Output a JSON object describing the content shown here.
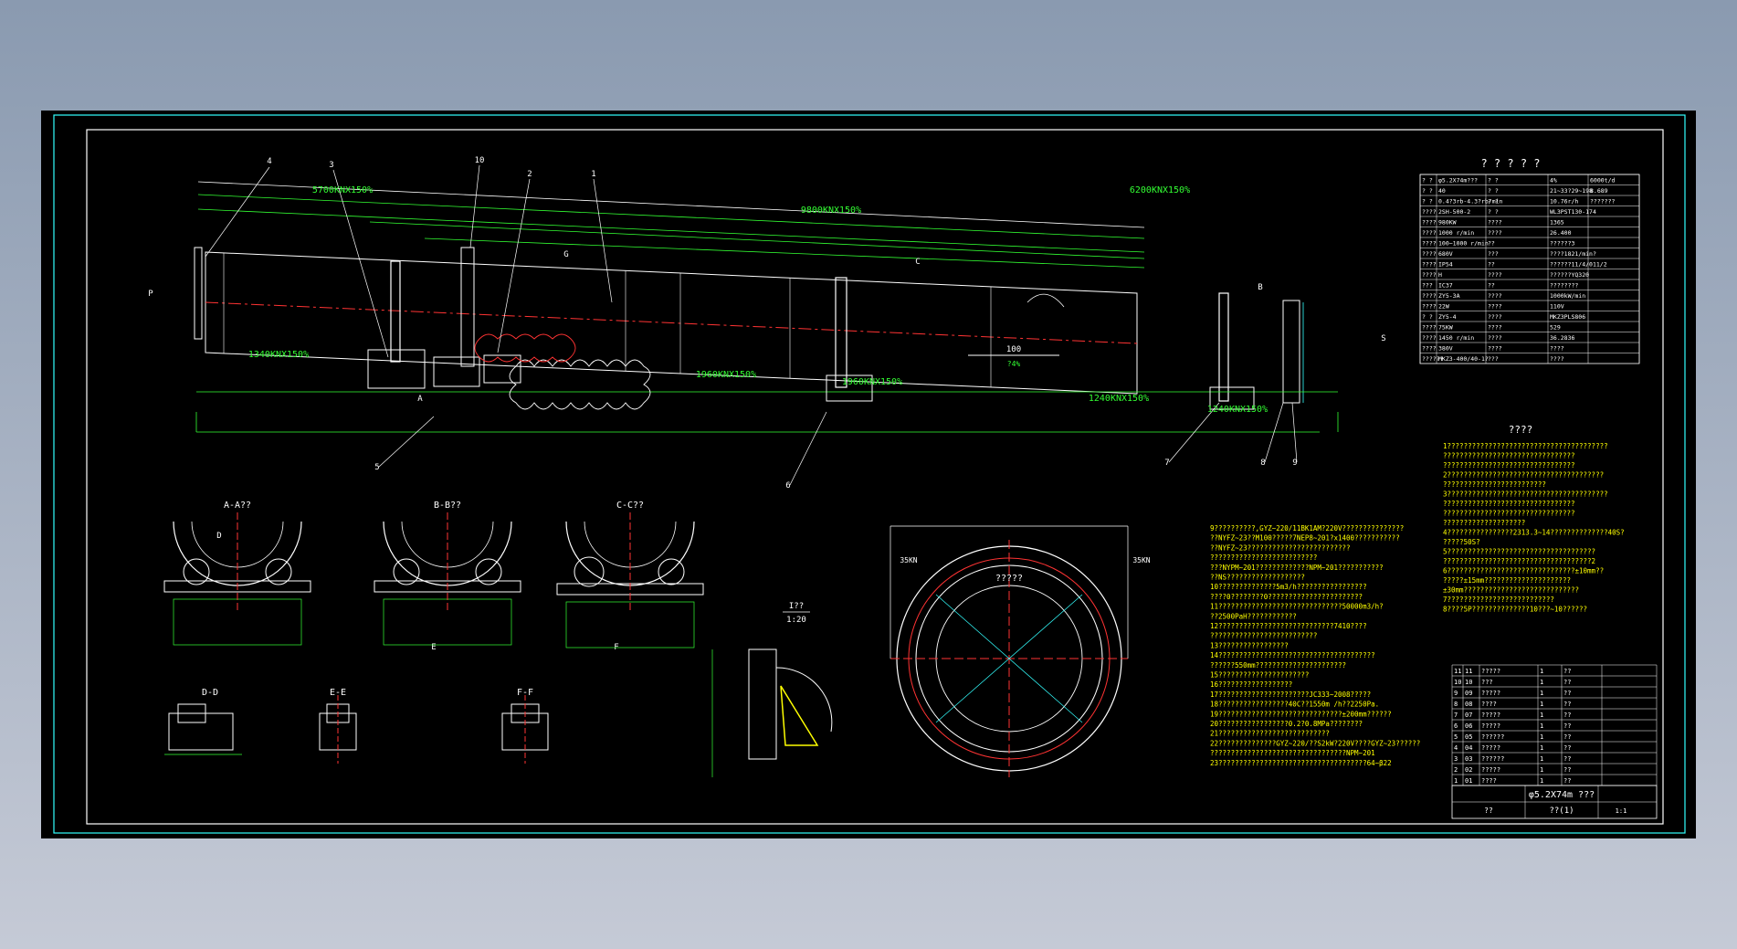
{
  "drawing": {
    "tech_params_title": "? ? ? ? ?",
    "notes_title": "????",
    "title_block": {
      "name": "φ5.2X74m ???",
      "scale": "1:1",
      "sheet": "??(1)",
      "label": "??"
    },
    "main_view": {
      "loads": [
        "5700KNX150%",
        "9800KNX150%",
        "6200KNX150%",
        "1340KNX150%",
        "1960KNX150%",
        "1960KNX150%",
        "1240KNX150%",
        "1240KNX150%"
      ],
      "slope": "100",
      "slope_pct": "?4%",
      "balloons": [
        "1",
        "2",
        "3",
        "4",
        "5",
        "6",
        "7",
        "8",
        "9",
        "10"
      ],
      "section_marks": [
        "A",
        "B",
        "C",
        "D",
        "E",
        "F",
        "G",
        "P",
        "S"
      ]
    },
    "section_views": [
      "A-A??",
      "B-B??",
      "C-C??",
      "D-D",
      "E-E",
      "F-F"
    ],
    "detail_scale": "I??",
    "detail_ratio": "1:20",
    "ring_view": {
      "label": "?????",
      "left_force": "35KN",
      "right_force": "35KN"
    },
    "spec_rows": [
      [
        "? ?",
        "φ5.2X74m???",
        "? ?",
        "4%",
        "6000t/d"
      ],
      [
        "? ?",
        "40",
        "? ?",
        "21~33?29~198",
        "8.689"
      ],
      [
        "? ?",
        "0.4?3rb-4.3?rb/min",
        "? ?",
        "10.76r/h",
        "???????"
      ],
      [
        "????",
        "2SH-500-2",
        "? ?",
        "WL3PST130-174",
        ""
      ],
      [
        "????",
        "980KW",
        "????",
        "1365",
        ""
      ],
      [
        "????",
        "1000 r/min",
        "????",
        "26.400",
        ""
      ],
      [
        "????",
        "100~1000 r/min",
        "??",
        "??????3",
        ""
      ],
      [
        "????",
        "680V",
        "???",
        "????1821/min?",
        ""
      ],
      [
        "????",
        "IP54",
        "??",
        "??????11/4/011/2",
        ""
      ],
      [
        "????",
        "H",
        "????",
        "??????YQ320",
        ""
      ],
      [
        "???",
        "IC37",
        "??",
        "????????",
        ""
      ],
      [
        "????",
        "ZY5-3A",
        "????",
        "1000kW/min",
        ""
      ],
      [
        "????",
        "22W",
        "????",
        "110V",
        ""
      ],
      [
        "? ?",
        "ZY5-4",
        "????",
        "MKZ3PLS806",
        ""
      ],
      [
        "????",
        "75KW",
        "????",
        "529",
        ""
      ],
      [
        "????",
        "1450 r/min",
        "????",
        "36.2836",
        ""
      ],
      [
        "????",
        "380V",
        "????",
        "????",
        ""
      ],
      [
        "??????",
        "MKZ3-400/40-1?",
        "???",
        "????",
        ""
      ]
    ],
    "bom_rows": [
      [
        "11",
        "11",
        "?????",
        "1",
        "??"
      ],
      [
        "10",
        "10",
        "???",
        "1",
        "??"
      ],
      [
        "9",
        "09",
        "?????",
        "1",
        "??"
      ],
      [
        "8",
        "08",
        "????",
        "1",
        "??"
      ],
      [
        "7",
        "07",
        "?????",
        "1",
        "??"
      ],
      [
        "6",
        "06",
        "?????",
        "1",
        "??"
      ],
      [
        "5",
        "05",
        "??????",
        "1",
        "??"
      ],
      [
        "4",
        "04",
        "?????",
        "1",
        "??"
      ],
      [
        "3",
        "03",
        "??????",
        "1",
        "??"
      ],
      [
        "2",
        "02",
        "?????",
        "1",
        "??"
      ],
      [
        "1",
        "01",
        "????",
        "1",
        "??"
      ]
    ],
    "notes_right": [
      "1???????????????????????????????????????",
      "  ????????????????????????????????",
      "  ????????????????????????????????",
      "2??????????????????????????????????????",
      "  ?????????????????????????",
      "3???????????????????????????????????????",
      "  ????????????????????????????????",
      "  ????????????????????????????????",
      "  ????????????????????",
      "4????????????????2313.3~14??????????????40S?",
      "  ?????50S?",
      "5????????????????????????????????????",
      "  ????????????????????????????????????2",
      "6???????????????????????????????±10mm??",
      "  ?????±15mm?????????????????????",
      "  ±30mm????????????????????????????",
      "7??????????????????????????",
      "8????5P??????????????10???~10??????"
    ],
    "notes_mid": [
      "9??????????,GYZ~220/11BK1AM?220V???????????????",
      "  ??NYFZ~23??M100?????7NEP8~201?x1400???????????",
      "  ??NYFZ~23?????????????????????????",
      "  ??????????????????????????",
      "  ???NYPM~201?????????????NPM~201???????????",
      "  ??NS???????????????????",
      "10??????????????5m3/h?????????????????",
      "  ????0????????0???????????????????????",
      "11??????????????????????????????50000m3/h?",
      "  ??2500PaH????????????",
      "12????????????????????????????7410????",
      "  ??????????????????????????",
      "13?????????????????",
      "14??????????????????????????????????????",
      "  ??????550mm??????????????????????",
      "15??????????????????????",
      "16??????????????????",
      "17??????????????????????JC333~2008?????",
      "18?????????????????40C??1550m /h??2250Pa.",
      "19??????????????????????????????±200mm??????",
      "20?????????????????0.2?0.8MPa????????",
      "21???????????????????????????",
      "22??????????????GYZ~220/??S2kW?220V????GYZ~23??????",
      "  ?????????????????????????????????NPM~201",
      "23????????????????????????????????????64~β22"
    ]
  }
}
